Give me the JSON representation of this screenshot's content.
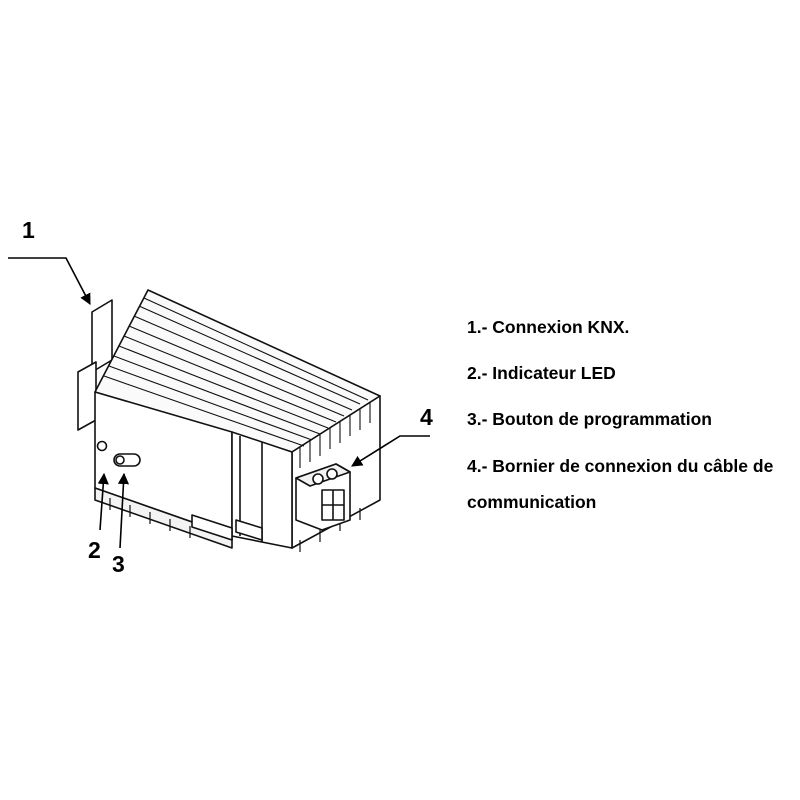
{
  "callouts": {
    "c1": "1",
    "c2": "2",
    "c3": "3",
    "c4": "4"
  },
  "legend": {
    "items": [
      "1.- Connexion KNX.",
      "2.- Indicateur LED",
      "3.- Bouton de programmation",
      "4.- Bornier de connexion du câble de communication"
    ]
  }
}
